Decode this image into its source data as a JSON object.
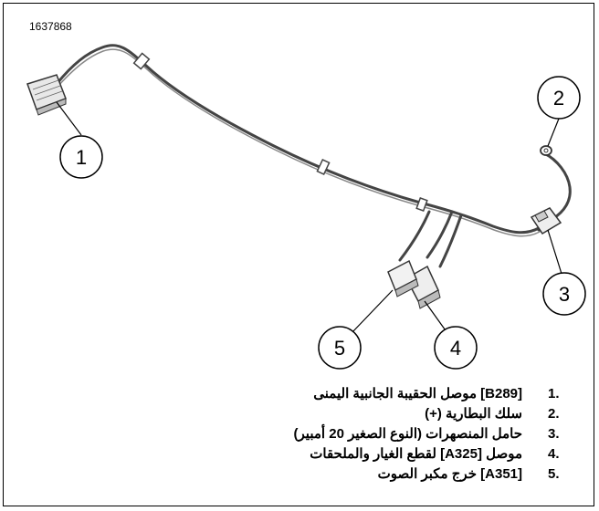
{
  "figure_id": "1637868",
  "callouts": [
    "1",
    "2",
    "3",
    "4",
    "5"
  ],
  "legend": [
    {
      "num": "1.",
      "text": "[B289] موصل الحقيبة الجانبية اليمنى"
    },
    {
      "num": "2.",
      "text": "سلك البطارية (+)"
    },
    {
      "num": "3.",
      "text": "حامل المنصهرات (النوع الصغير 20 أمبير)"
    },
    {
      "num": "4.",
      "text": "موصل [A325] لقطع الغيار والملحقات"
    },
    {
      "num": "5.",
      "text": "[A351] خرج مكبر الصوت"
    }
  ]
}
